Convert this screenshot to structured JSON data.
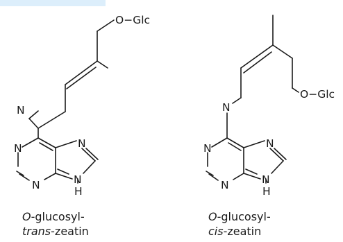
{
  "colors": {
    "header_strip": "#dceefb",
    "ink": "#1a1a1a"
  },
  "compounds": [
    {
      "atom_labels": {
        "substituent": "O−Glc",
        "amine": "N",
        "n1": "N",
        "n3": "N",
        "n7": "N",
        "n9": "N",
        "h9": "H"
      },
      "caption": {
        "prefix": "O",
        "line1_rest": "-glucosyl-",
        "isomer": "trans",
        "line2_rest": "-zeatin"
      }
    },
    {
      "atom_labels": {
        "substituent": "O−Glc",
        "amine": "N",
        "n1": "N",
        "n3": "N",
        "n7": "N",
        "n9": "N",
        "h9": "H"
      },
      "caption": {
        "prefix": "O",
        "line1_rest": "-glucosyl-",
        "isomer": "cis",
        "line2_rest": "-zeatin"
      }
    }
  ]
}
